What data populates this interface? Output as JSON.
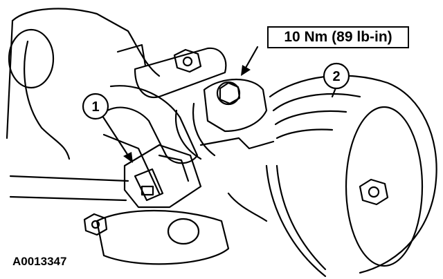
{
  "callouts": [
    {
      "number": "1"
    },
    {
      "number": "2"
    }
  ],
  "torque_spec": "10 Nm (89 lb-in)",
  "figure_id": "A0013347",
  "colors": {
    "line": "#000000",
    "background": "#ffffff"
  }
}
